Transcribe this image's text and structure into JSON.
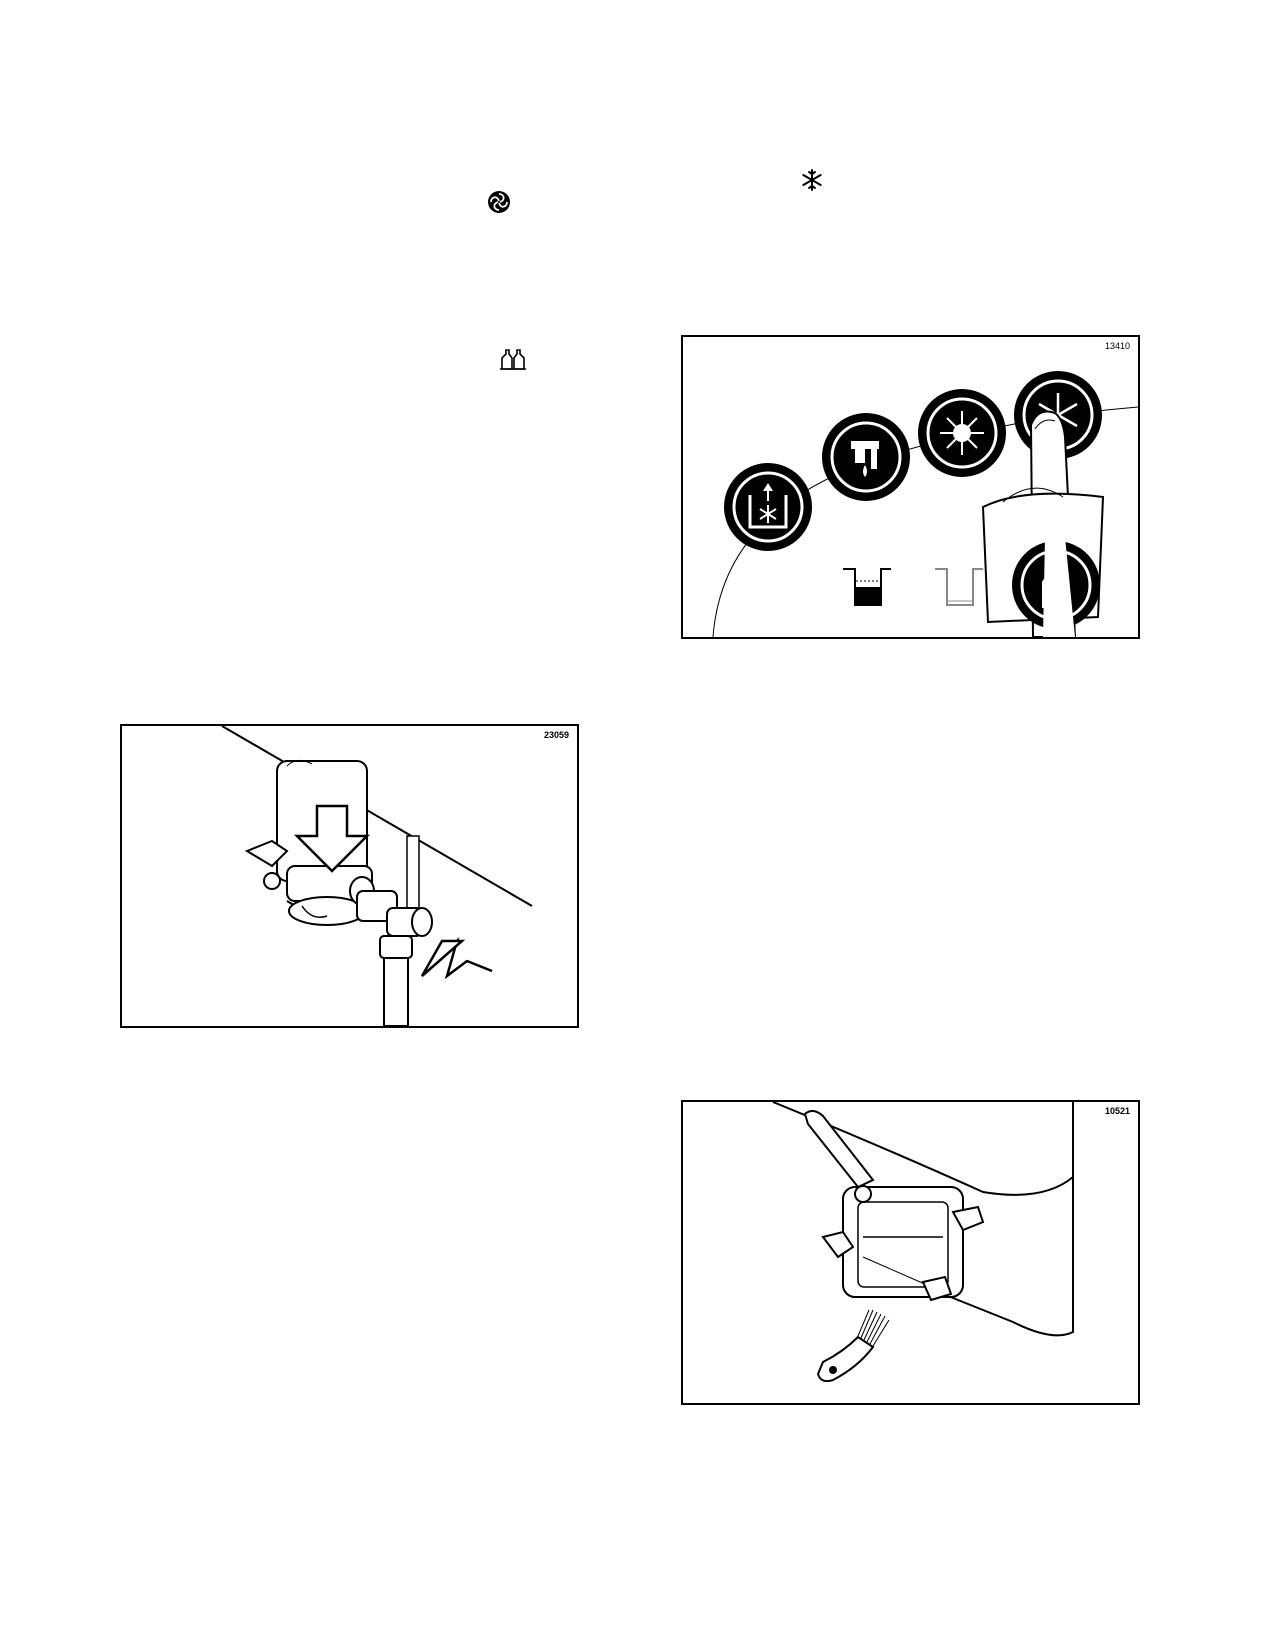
{
  "page": {
    "inline_icons": [
      {
        "name": "snowflake-icon"
      },
      {
        "name": "swirl-icon"
      },
      {
        "name": "bottles-icon"
      }
    ]
  },
  "figures": {
    "control_panel": {
      "id_label": "13410",
      "icons": [
        "freeze-tank-icon",
        "faucet-drip-icon",
        "sun-icon",
        "snowflake-icon",
        "tank-full-icon",
        "tank-empty-icon",
        "bottle-icon"
      ]
    },
    "valve_arrows": {
      "id_label": "23059"
    },
    "dispenser_brush": {
      "id_label": "10521"
    }
  }
}
